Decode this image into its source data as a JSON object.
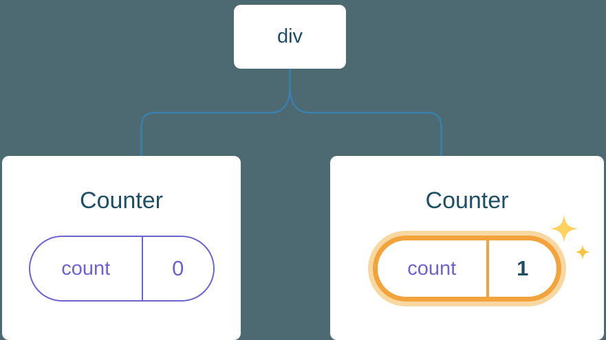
{
  "tree": {
    "root": {
      "label": "div"
    },
    "children": [
      {
        "title": "Counter",
        "state_key": "count",
        "state_value": "0",
        "highlighted": false
      },
      {
        "title": "Counter",
        "state_key": "count",
        "state_value": "1",
        "highlighted": true
      }
    ]
  },
  "icons": {
    "sparkle_large": "sparkle-icon",
    "sparkle_small": "sparkle-icon"
  },
  "colors": {
    "background": "#4d6a73",
    "connector": "#3a7fae",
    "card_bg": "#ffffff",
    "heading_navy": "#1d4e66",
    "state_purple": "#6c63d2",
    "highlight_orange": "#f2a33c",
    "highlight_halo": "#f8d8a0",
    "sparkle_gold": "#ffd15e"
  }
}
